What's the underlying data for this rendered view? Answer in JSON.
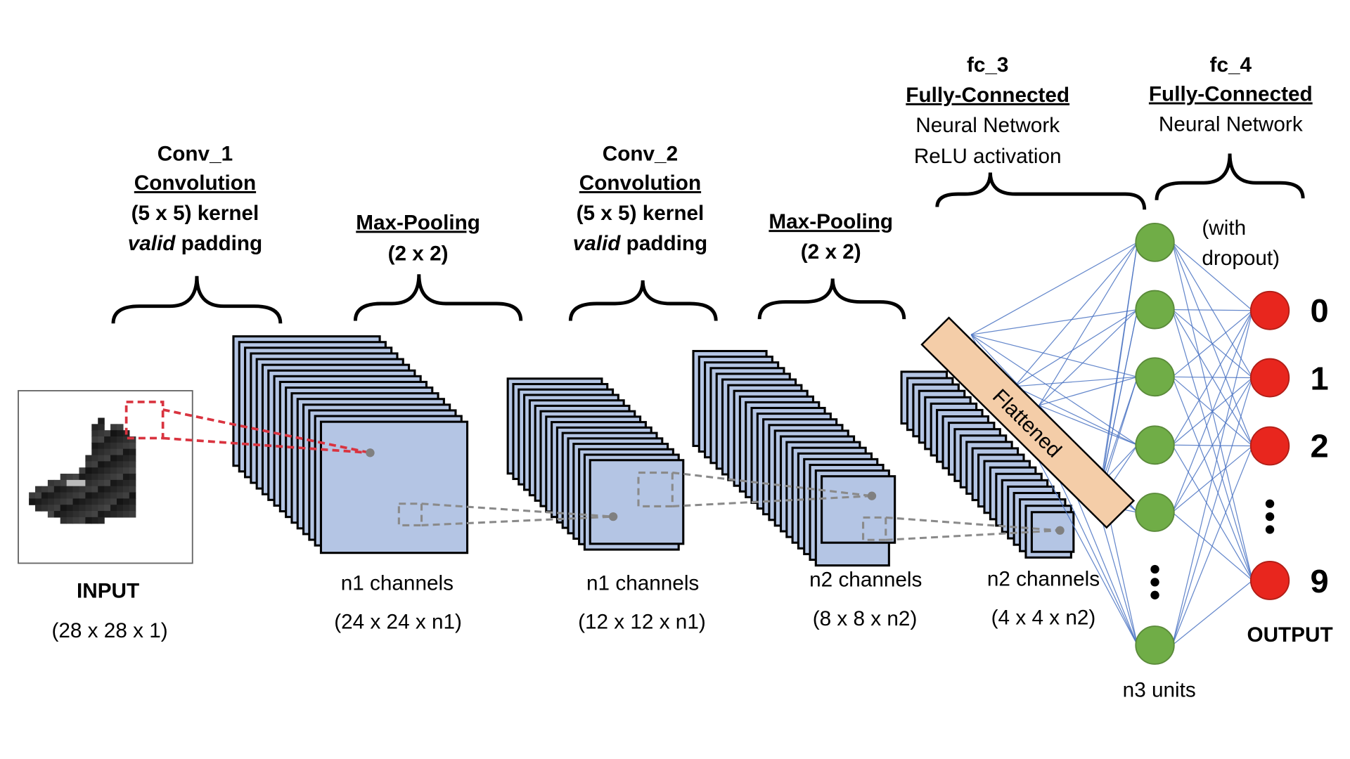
{
  "title": "CNN architecture for Fashion-MNIST classification",
  "colors": {
    "feature_map": "#b4c5e4",
    "flatten": "#f4cda8",
    "hidden_unit": "#70ad47",
    "output_unit": "#e8261e",
    "connection": "#4a73c2",
    "receptive_field_input": "#d9333f",
    "receptive_field": "#8a8a8a"
  },
  "layers": {
    "input": {
      "name": "INPUT",
      "shape": "(28 x 28 x 1)",
      "image": "ankle-boot-icon"
    },
    "conv1": {
      "name": "Conv_1",
      "type": "Convolution",
      "kernel": "(5 x 5) kernel",
      "padding_em": "valid",
      "padding_rest": " padding",
      "channels": "n1 channels",
      "shape": "(24 x 24 x n1)"
    },
    "pool1": {
      "type": "Max-Pooling",
      "size": "(2 x 2)",
      "channels": "n1 channels",
      "shape": "(12 x 12 x n1)"
    },
    "conv2": {
      "name": "Conv_2",
      "type": "Convolution",
      "kernel": "(5 x 5) kernel",
      "padding_em": "valid",
      "padding_rest": " padding",
      "channels": "n2 channels",
      "shape": "(8 x 8 x n2)"
    },
    "pool2": {
      "type": "Max-Pooling",
      "size": "(2 x 2)",
      "channels": "n2 channels",
      "shape": "(4 x 4 x n2)"
    },
    "flatten": {
      "label": "Flattened"
    },
    "fc3": {
      "name": "fc_3",
      "type": "Fully-Connected",
      "line1": "Neural Network",
      "line2": "ReLU activation",
      "units": "n3 units"
    },
    "fc4": {
      "name": "fc_4",
      "type": "Fully-Connected",
      "line1": "Neural Network",
      "note_line1": "(with",
      "note_line2": "dropout)"
    },
    "output": {
      "name": "OUTPUT",
      "labels": [
        "0",
        "1",
        "2",
        "9"
      ],
      "ellipsis": "⋮"
    }
  }
}
